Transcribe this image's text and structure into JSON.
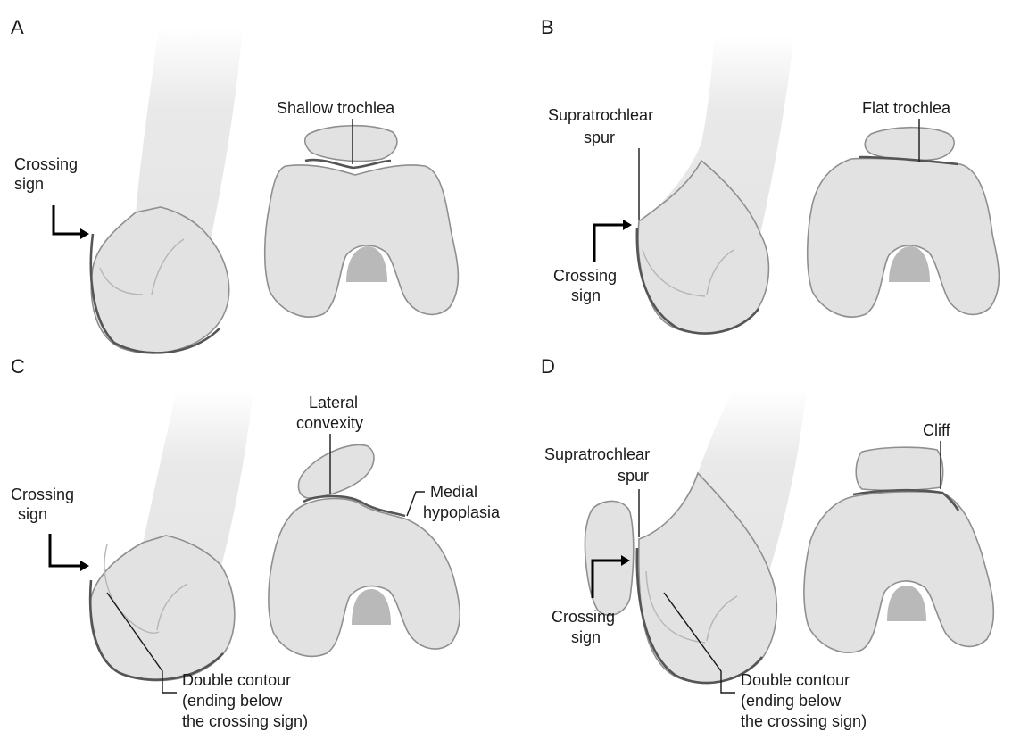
{
  "panels": {
    "A": {
      "letter": "A",
      "shallow_trochlea": "Shallow trochlea",
      "crossing_sign_1": "Crossing",
      "crossing_sign_2": "sign"
    },
    "B": {
      "letter": "B",
      "supratrochlear_1": "Supratrochlear",
      "supratrochlear_2": "spur",
      "flat_trochlea": "Flat trochlea",
      "crossing_sign_1": "Crossing",
      "crossing_sign_2": "sign"
    },
    "C": {
      "letter": "C",
      "lateral_1": "Lateral",
      "lateral_2": "convexity",
      "medial_1": "Medial",
      "medial_2": "hypoplasia",
      "crossing_sign_1": "Crossing",
      "crossing_sign_2": "sign",
      "double_contour_1": "Double contour",
      "double_contour_2": "(ending below",
      "double_contour_3": "the crossing sign)"
    },
    "D": {
      "letter": "D",
      "supratrochlear_1": "Supratrochlear",
      "supratrochlear_2": "spur",
      "cliff": "Cliff",
      "crossing_sign_1": "Crossing",
      "crossing_sign_2": "sign",
      "double_contour_1": "Double contour",
      "double_contour_2": "(ending below",
      "double_contour_3": "the crossing sign)"
    }
  },
  "colors": {
    "bone_fill": "#e2e2e2",
    "bone_outline": "#8f8f8f",
    "dark_contour": "#555555",
    "notch": "#b9b9b9",
    "text": "#1a1a1a"
  }
}
